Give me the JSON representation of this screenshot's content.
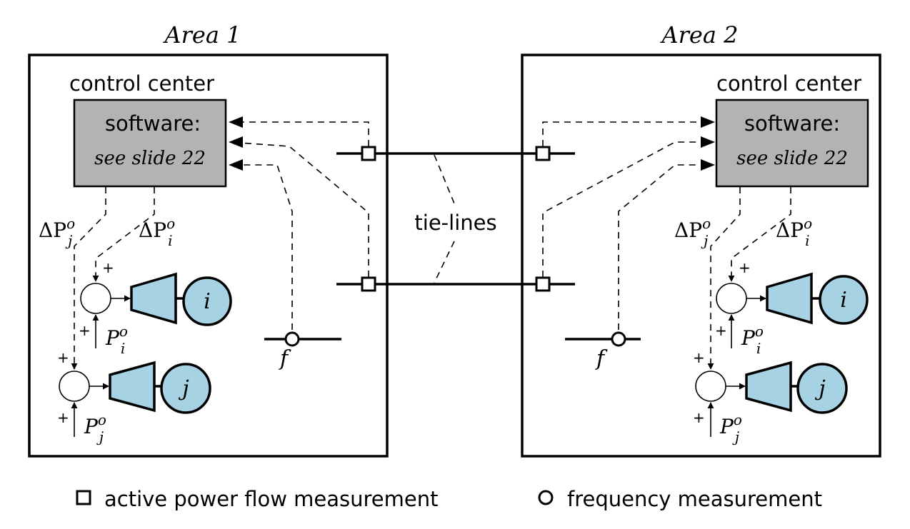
{
  "areas": [
    {
      "title": "Area 1",
      "control_center": "control center",
      "software_title": "software:",
      "software_note": "see slide 22",
      "gen_i": {
        "label": "i",
        "setpoint_delta": {
          "symbol": "ΔP",
          "sup": "o",
          "sub": "i"
        },
        "setpoint": {
          "symbol": "P",
          "sup": "o",
          "sub": "i"
        }
      },
      "gen_j": {
        "label": "j",
        "setpoint_delta": {
          "symbol": "ΔP",
          "sup": "o",
          "sub": "j"
        },
        "setpoint": {
          "symbol": "P",
          "sup": "o",
          "sub": "j"
        }
      },
      "freq_label": "f",
      "plus": "+"
    },
    {
      "title": "Area 2",
      "control_center": "control center",
      "software_title": "software:",
      "software_note": "see slide 22",
      "gen_i": {
        "label": "i",
        "setpoint_delta": {
          "symbol": "ΔP",
          "sup": "o",
          "sub": "i"
        },
        "setpoint": {
          "symbol": "P",
          "sup": "o",
          "sub": "i"
        }
      },
      "gen_j": {
        "label": "j",
        "setpoint_delta": {
          "symbol": "ΔP",
          "sup": "o",
          "sub": "j"
        },
        "setpoint": {
          "symbol": "P",
          "sup": "o",
          "sub": "j"
        }
      },
      "freq_label": "f",
      "plus": "+"
    }
  ],
  "tie_lines_label": "tie-lines",
  "legend": [
    {
      "icon": "square",
      "label": "active power flow measurement"
    },
    {
      "icon": "circle",
      "label": "frequency measurement"
    }
  ],
  "colors": {
    "generator_fill": "#a6d2e3",
    "software_fill": "#b3b3b3"
  }
}
